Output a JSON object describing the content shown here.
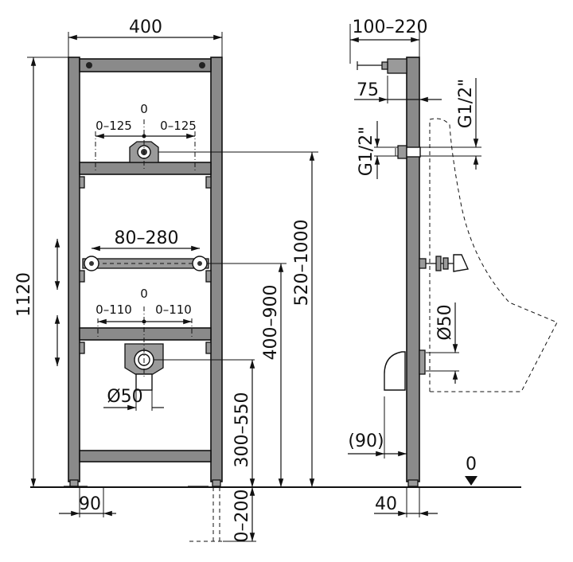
{
  "front_view": {
    "width": "400",
    "height_total": "1120",
    "top_center": "0",
    "top_left_offset": "0–125",
    "top_right_offset": "0–125",
    "bar_spacing": "80–280",
    "lower_center": "0",
    "lower_left_offset": "0–110",
    "lower_right_offset": "0–110",
    "drain_diameter": "Ø50",
    "top_fitting_height": "520–1000",
    "bar_height": "400–900",
    "drain_height": "300–550",
    "foot_adjust": "0–200",
    "foot_width": "90"
  },
  "side_view": {
    "depth": "100–220",
    "offset": "75",
    "thread_left": "G1/2\"",
    "thread_right": "G1/2\"",
    "drain_diameter": "Ø50",
    "elbow_depth": "(90)",
    "floor_level": "0",
    "post_width": "40"
  }
}
